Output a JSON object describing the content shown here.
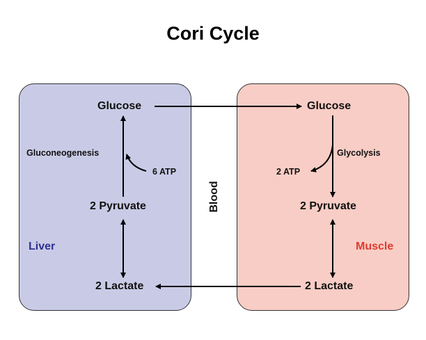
{
  "title": "Cori Cycle",
  "colors": {
    "liver_fill": "#c9cbe6",
    "muscle_fill": "#f8cdc5",
    "liver_text": "#2e3192",
    "muscle_text": "#e03b2f",
    "arrow": "#000000"
  },
  "liver": {
    "label": "Liver",
    "glucose": "Glucose",
    "process": "Gluconeogenesis",
    "atp": "6 ATP",
    "pyruvate": "2 Pyruvate",
    "lactate": "2 Lactate"
  },
  "muscle": {
    "label": "Muscle",
    "glucose": "Glucose",
    "process": "Glycolysis",
    "atp": "2 ATP",
    "pyruvate": "2 Pyruvate",
    "lactate": "2 Lactate"
  },
  "blood_label": "Blood"
}
